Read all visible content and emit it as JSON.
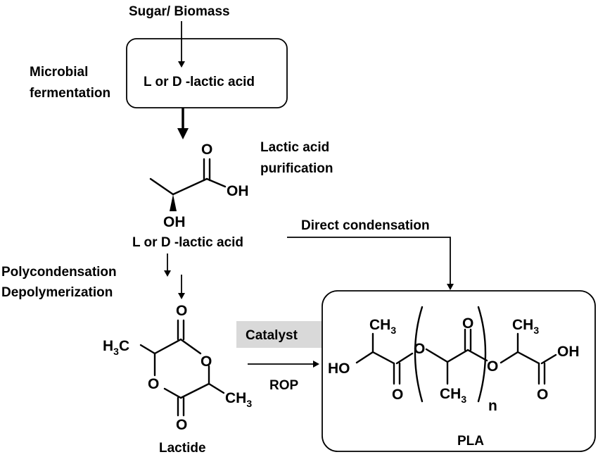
{
  "labels": {
    "sugar_biomass": "Sugar/ Biomass",
    "microbial_fermentation_line1": "Microbial",
    "microbial_fermentation_line2": "fermentation",
    "box_lactic_acid": "L or D -lactic acid",
    "purification_line1": "Lactic acid",
    "purification_line2": "purification",
    "lactic_acid_name": "L or D -lactic acid",
    "direct_condensation": "Direct condensation",
    "polycondensation": "Polycondensation",
    "depolymerization": "Depolymerization",
    "catalyst": "Catalyst",
    "rop": "ROP",
    "lactide": "Lactide",
    "pla": "PLA"
  },
  "atoms": {
    "O": "O",
    "OH": "OH",
    "HO": "HO",
    "H": "H",
    "C": "C",
    "CH": "CH",
    "sub3": "3",
    "n": "n"
  },
  "colors": {
    "catalyst_bg": "#d9d9d9",
    "line": "#000000"
  }
}
